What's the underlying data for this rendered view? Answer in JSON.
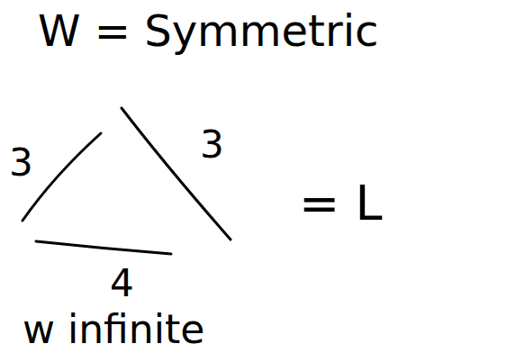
{
  "diagram": {
    "labels": [
      "W = Symmetric",
      "3",
      "3",
      "4",
      "= L",
      "w infinite"
    ]
  }
}
